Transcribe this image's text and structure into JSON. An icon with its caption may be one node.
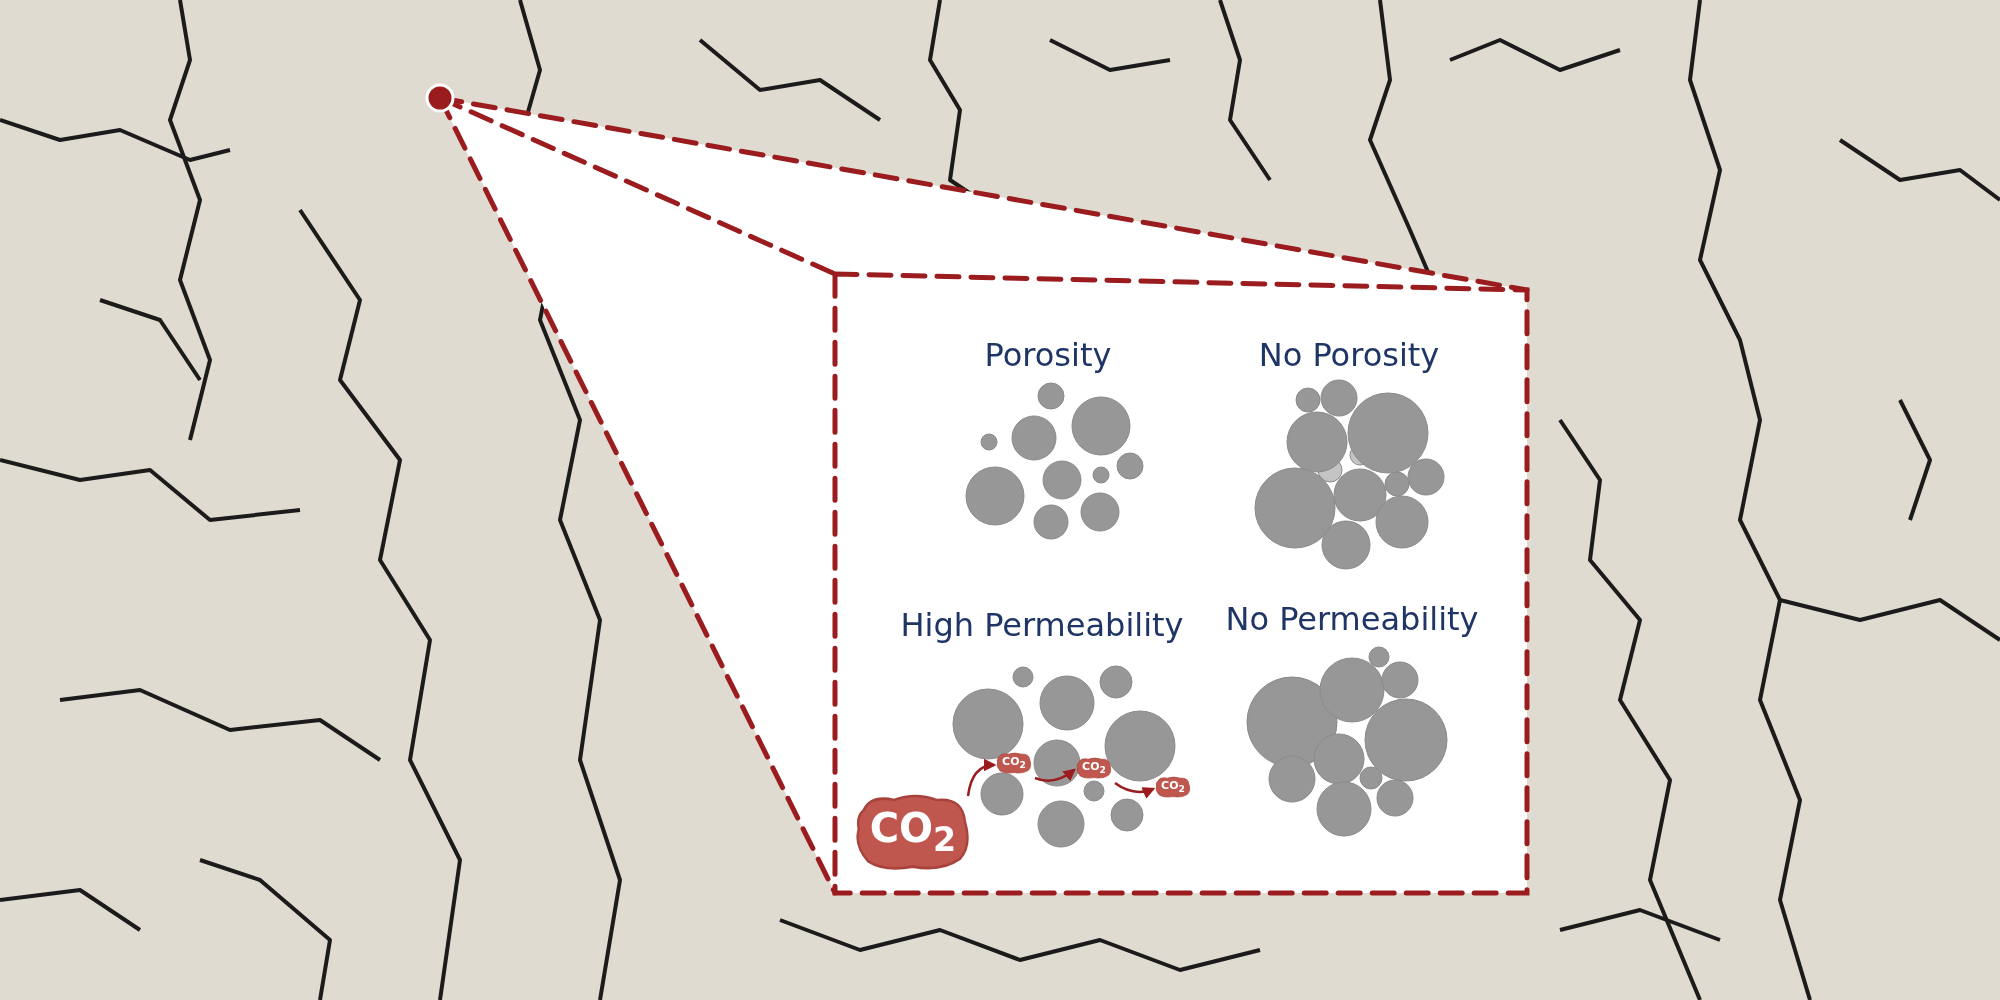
{
  "diagram": {
    "nodes": [
      {
        "text": [
          "CO$_{2}$"
        ]
      },
      {
        "text": [
          "CO$_{2}$"
        ]
      },
      {
        "text": [
          "CO$_{2}$"
        ]
      },
      {
        "text": [
          "CO$_{2}$"
        ]
      }
    ],
    "edges": [
      {
        "from": 0,
        "to": 1,
        "arrow": "to"
      },
      {
        "from": 1,
        "to": 2,
        "arrow": "to"
      },
      {
        "from": 2,
        "to": 3,
        "arrow": "to"
      }
    ],
    "labels": [
      "Porosity",
      "No Porosity",
      "High Permeability",
      "No Permeability"
    ]
  }
}
